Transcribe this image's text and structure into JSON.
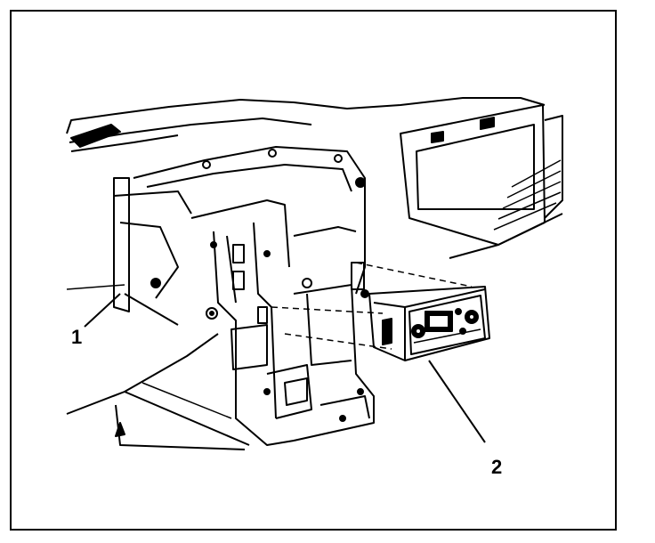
{
  "callouts": [
    {
      "id": "1",
      "label": "1"
    },
    {
      "id": "2",
      "label": "2"
    }
  ]
}
